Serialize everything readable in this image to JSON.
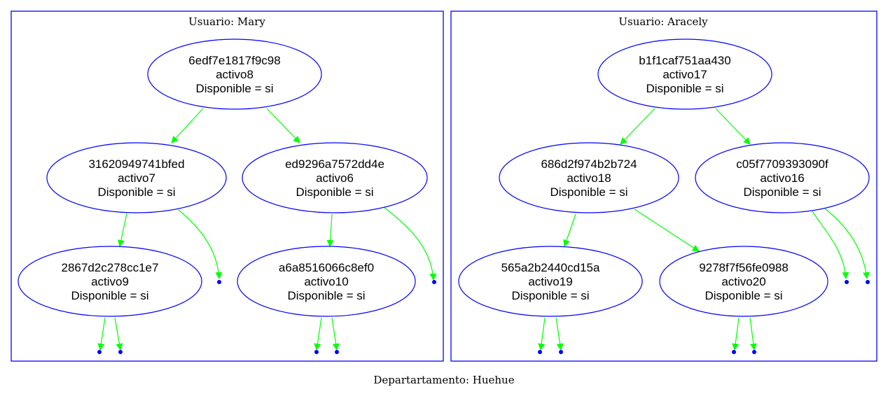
{
  "graph_label": "Departartamento: Huehue",
  "colors": {
    "cluster_border": "#0000ff",
    "node_border": "#0000ff",
    "edge": "#00ff00",
    "null_dot": "#0000ff",
    "text": "#000000"
  },
  "clusters": [
    {
      "label": "Usuario: Mary",
      "nodes": [
        {
          "id": "m_root",
          "lines": [
            "6edf7e1817f9c98",
            "activo8",
            "Disponible = si"
          ]
        },
        {
          "id": "m_l",
          "lines": [
            "31620949741bfed",
            "activo7",
            "Disponible = si"
          ]
        },
        {
          "id": "m_r",
          "lines": [
            "ed9296a7572dd4e",
            "activo6",
            "Disponible = si"
          ]
        },
        {
          "id": "m_ll",
          "lines": [
            "2867d2c278cc1e7",
            "activo9",
            "Disponible = si"
          ]
        },
        {
          "id": "m_rl",
          "lines": [
            "a6a8516066c8ef0",
            "activo10",
            "Disponible = si"
          ]
        }
      ]
    },
    {
      "label": "Usuario: Aracely",
      "nodes": [
        {
          "id": "a_root",
          "lines": [
            "b1f1caf751aa430",
            "activo17",
            "Disponible = si"
          ]
        },
        {
          "id": "a_l",
          "lines": [
            "686d2f974b2b724",
            "activo18",
            "Disponible = si"
          ]
        },
        {
          "id": "a_r",
          "lines": [
            "c05f7709393090f",
            "activo16",
            "Disponible = si"
          ]
        },
        {
          "id": "a_ll",
          "lines": [
            "565a2b2440cd15a",
            "activo19",
            "Disponible = si"
          ]
        },
        {
          "id": "a_lr",
          "lines": [
            "9278f7f56fe0988",
            "activo20",
            "Disponible = si"
          ]
        }
      ]
    }
  ]
}
